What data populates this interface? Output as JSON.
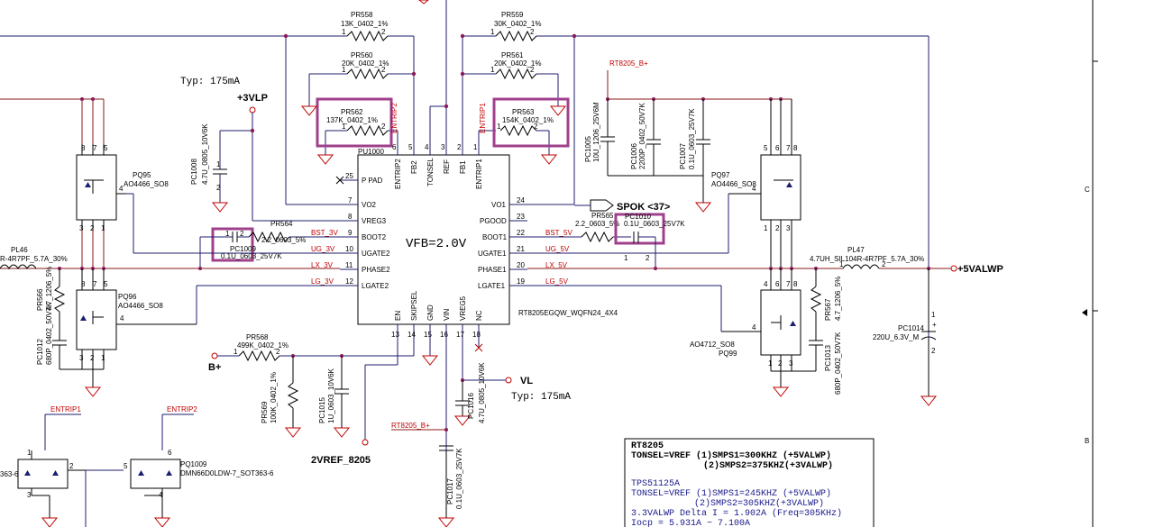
{
  "ic": {
    "ref": "PU1000",
    "part": "RT8205EGQW_WQFN24_4X4",
    "center_label": "VFB=2.0V",
    "left_pins": [
      {
        "num": "25",
        "name": "P PAD"
      },
      {
        "num": "7",
        "name": "VO2"
      },
      {
        "num": "8",
        "name": "VREG3"
      },
      {
        "num": "9",
        "name": "BOOT2"
      },
      {
        "num": "10",
        "name": "UGATE2"
      },
      {
        "num": "11",
        "name": "PHASE2"
      },
      {
        "num": "12",
        "name": "LGATE2"
      }
    ],
    "right_pins": [
      {
        "num": "24",
        "name": "VO1"
      },
      {
        "num": "23",
        "name": "PGOOD"
      },
      {
        "num": "22",
        "name": "BOOT1"
      },
      {
        "num": "21",
        "name": "UGATE1"
      },
      {
        "num": "20",
        "name": "PHASE1"
      },
      {
        "num": "19",
        "name": "LGATE1"
      }
    ],
    "top_pins": [
      {
        "num": "6",
        "name": "ENTRIP2"
      },
      {
        "num": "5",
        "name": "FB2"
      },
      {
        "num": "4",
        "name": "TONSEL"
      },
      {
        "num": "3",
        "name": "REF"
      },
      {
        "num": "2",
        "name": "FB1"
      },
      {
        "num": "1",
        "name": "ENTRIP1"
      }
    ],
    "bottom_pins": [
      {
        "num": "13",
        "name": "EN"
      },
      {
        "num": "14",
        "name": "SKIPSEL"
      },
      {
        "num": "15",
        "name": "GND"
      },
      {
        "num": "16",
        "name": "VIN"
      },
      {
        "num": "17",
        "name": "VREG5"
      },
      {
        "num": "18",
        "name": "NC"
      }
    ]
  },
  "nets": {
    "vlp": "+3VLP",
    "typ_left": "Typ: 175mA",
    "typ_right": "Typ: 175mA",
    "vl": "VL",
    "bplus": "B+",
    "valwp": "+5VALWP",
    "spok": "SPOK <37>",
    "vref": "2VREF_8205",
    "rt_top": "RT8205_B+",
    "rt_bottom": "RT8205_B+",
    "bst3": "BST_3V",
    "ug3": "UG_3V",
    "lx3": "LX_3V",
    "lg3": "LG_3V",
    "bst5": "BST_5V",
    "ug5": "UG_5V",
    "lx5": "LX_5V",
    "lg5": "LG_5V",
    "entrip1": "ENTRIP1",
    "entrip2": "ENTRIP2",
    "entrip2_v": "ENTRIP2",
    "entrip1_v": "ENTRIP1"
  },
  "parts": {
    "pr558": {
      "ref": "PR558",
      "val": "13K_0402_1%"
    },
    "pr559": {
      "ref": "PR559",
      "val": "30K_0402_1%"
    },
    "pr560": {
      "ref": "PR560",
      "val": "20K_0402_1%"
    },
    "pr561": {
      "ref": "PR561",
      "val": "20K_0402_1%"
    },
    "pr562": {
      "ref": "PR562",
      "val": "137K_0402_1%"
    },
    "pr563": {
      "ref": "PR563",
      "val": "154K_0402_1%"
    },
    "pr564": {
      "ref": "PR564",
      "val": "2.2_0603_5%"
    },
    "pr565": {
      "ref": "PR565",
      "val": "2.2_0603_5%"
    },
    "pr566": {
      "ref": "PR566",
      "val": "4.7_1206_5%"
    },
    "pr567": {
      "ref": "PR567",
      "val": "4.7_1206_5%"
    },
    "pr568": {
      "ref": "PR568",
      "val": "499K_0402_1%"
    },
    "pr569": {
      "ref": "PR569",
      "val": "100K_0402_1%"
    },
    "pc1005": {
      "ref": "PC1005",
      "val": "10U_1206_25V6M"
    },
    "pc1006": {
      "ref": "PC1006",
      "val": "2200P_0402_50V7K"
    },
    "pc1007": {
      "ref": "PC1007",
      "val": "0.1U_0603_25V7K"
    },
    "pc1008": {
      "ref": "PC1008",
      "val": "4.7U_0805_10V6K"
    },
    "pc1009": {
      "ref": "PC1009",
      "val": "0.1U_0603_25V7K"
    },
    "pc1010": {
      "ref": "PC1010",
      "val": "0.1U_0603_25V7K"
    },
    "pc1012": {
      "ref": "PC1012",
      "val": "680P_0402_50V7K"
    },
    "pc1013": {
      "ref": "PC1013",
      "val": "680P_0402_50V7K"
    },
    "pc1014": {
      "ref": "PC1014",
      "val": "220U_6.3V_M"
    },
    "pc1015": {
      "ref": "PC1015",
      "val": "1U_0603_10V6K"
    },
    "pc1016": {
      "ref": "PC1016",
      "val": "4.7U_0805_10V6K"
    },
    "pc1017": {
      "ref": "PC1017",
      "val": "0.1U_0603_25V7K"
    },
    "pq95": {
      "ref": "PQ95",
      "val": "AO4466_SO8"
    },
    "pq96": {
      "ref": "PQ96",
      "val": "AO4466_SO8"
    },
    "pq97": {
      "ref": "PQ97",
      "val": "AO4466_SO8"
    },
    "pq99": {
      "ref": "PQ99",
      "val": "AO4712_SO8"
    },
    "pq1009": {
      "ref": "PQ1009",
      "val": "DMN66D0LDW-7_SOT363-6"
    },
    "pl46": {
      "ref": "PL46",
      "val": "R-4R7PF_5.7A_30%"
    },
    "pl47": {
      "ref": "PL47",
      "val": "4.7UH_SIL104R-4R7PF_5.7A_30%"
    },
    "sot_left": "363-6"
  },
  "notes": {
    "title": "RT8205",
    "l1": "TONSEL=VREF (1)SMPS1=300KHZ (+5VALWP)",
    "l2": "(2)SMPS2=375KHZ(+3VALWP)",
    "l3": "TPS51125A",
    "l4": "TONSEL=VREF (1)SMPS1=245KHZ (+5VALWP)",
    "l5": "(2)SMPS2=305KHZ(+3VALWP)",
    "l6": "3.3VALWP Delta I = 1.902A (Freq=305KHz)",
    "l7": "Iocp = 5.931A ~ 7.100A"
  },
  "border": {
    "c": "C",
    "b": "B"
  },
  "colors": {
    "wire": "#1e1e6e",
    "net_red": "#c00000",
    "highlight": "#a0408c",
    "power_wire": "#8b1a1a"
  }
}
